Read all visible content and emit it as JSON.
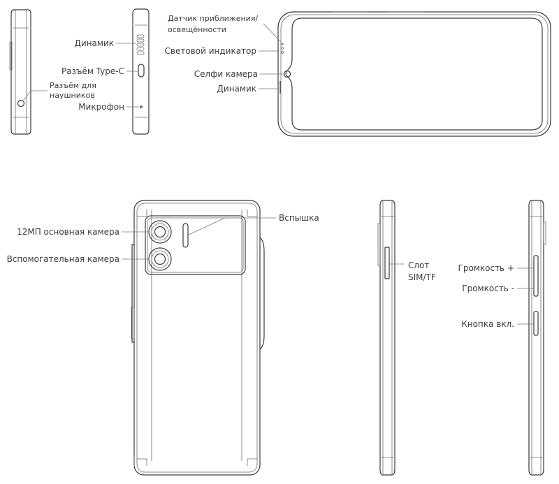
{
  "labels": {
    "side_left_headphone_1": "Разъём для",
    "side_left_headphone_2": "наушников",
    "bottom_speaker": "Динамик",
    "usb_port": "Разъём Type-C",
    "microphone": "Микрофон",
    "proximity_sensor_1": "Датчик приближения/",
    "proximity_sensor_2": "освещённости",
    "led_indicator": "Световой индикатор",
    "selfie_camera": "Селфи камера",
    "earpiece_speaker": "Динамик",
    "main_camera": "12МП основная камера",
    "aux_camera": "Вспомогательная камера",
    "flash": "Вспышка",
    "sim_slot_1": "Слот",
    "sim_slot_2": "SIM/TF",
    "volume_up": "Громкость +",
    "volume_down": "Громкость -",
    "power_button": "Кнопка вкл."
  }
}
